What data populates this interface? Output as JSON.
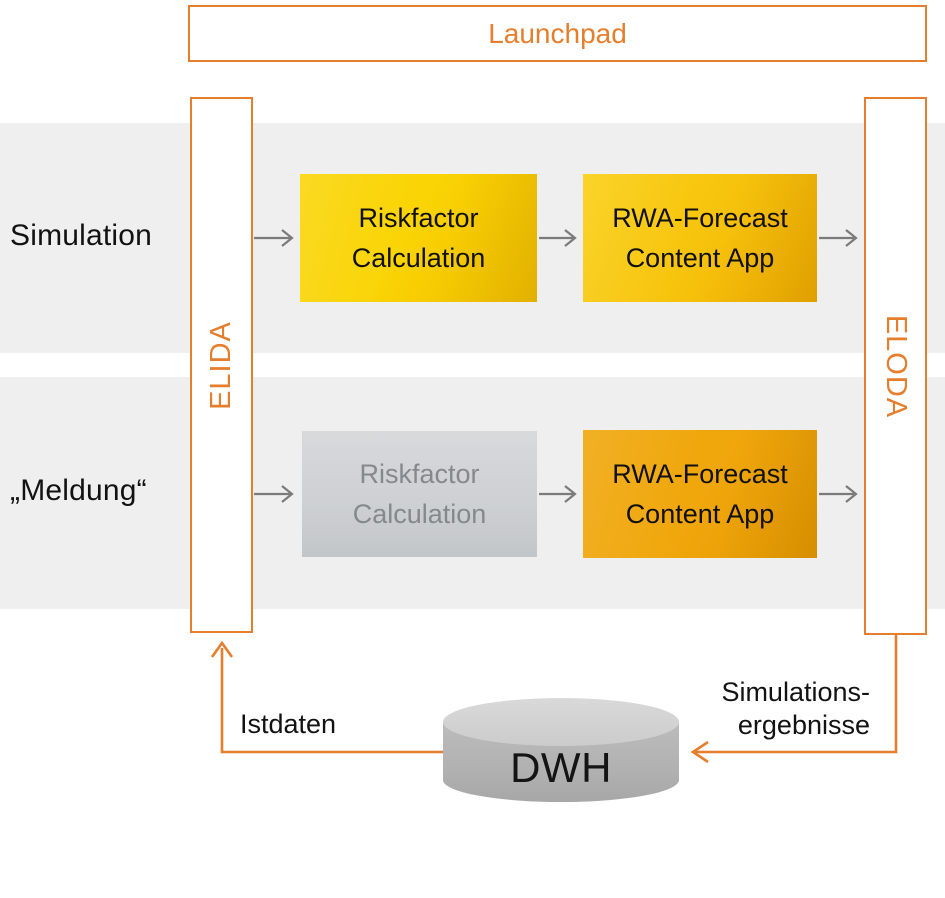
{
  "diagram_title": "Launchpad",
  "launchpad": {
    "label": "Launchpad"
  },
  "lanes": [
    {
      "id": "simulation",
      "label": "Simulation"
    },
    {
      "id": "meldung",
      "label": "„Meldung“"
    }
  ],
  "systems": {
    "elida": {
      "label": "ELIDA"
    },
    "eloda": {
      "label": "ELODA"
    }
  },
  "boxes": {
    "sim_riskfactor": {
      "label": "Riskfactor Calculation",
      "state": "active"
    },
    "sim_rwa": {
      "label": "RWA-Forecast Content App",
      "state": "active"
    },
    "meld_riskfactor": {
      "label": "Riskfactor Calculation",
      "state": "inactive"
    },
    "meld_rwa": {
      "label": "RWA-Forecast Content App",
      "state": "active"
    }
  },
  "datastore": {
    "label": "DWH"
  },
  "flows": {
    "istdaten": {
      "label": "Istdaten",
      "direction": "DWH to ELIDA"
    },
    "simulationsergebnisse": {
      "line1": "Simulations-",
      "line2": "ergebnisse",
      "direction": "ELODA to DWH"
    }
  },
  "colors": {
    "accent_orange": "#E57E2D",
    "band_gray": "#EFEFEF",
    "arrow_gray": "#7B7B7B",
    "box_yellow": "#FAD404",
    "box_gold": "#F0A70C",
    "box_inactive_gray": "#CED1D4",
    "cylinder_gray": "#B3B3B3"
  }
}
